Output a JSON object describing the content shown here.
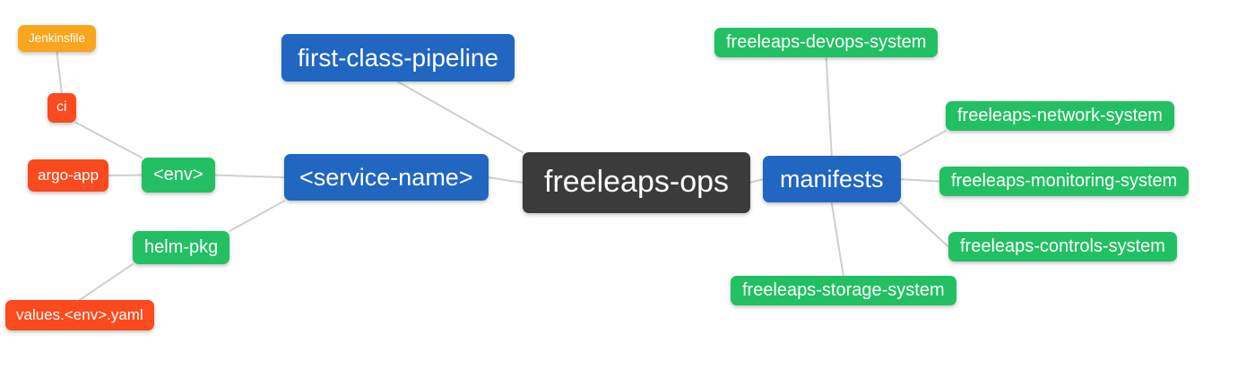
{
  "diagram": {
    "type": "mindmap",
    "root_label": "freeleaps-ops",
    "colors": {
      "root": "#3b3b3b",
      "branch_blue": "#2166c0",
      "leaf_green": "#22c063",
      "leaf_red": "#fa4a1e",
      "leaf_amber": "#f9a51d",
      "edge": "#cfcfcf",
      "text": "#ffffff",
      "background": "#ffffff"
    }
  },
  "nodes": {
    "freeleaps_ops": {
      "label": "freeleaps-ops",
      "color": "#3b3b3b"
    },
    "first_class_pipeline": {
      "label": "first-class-pipeline",
      "color": "#2166c0"
    },
    "service_name": {
      "label": "<service-name>",
      "color": "#2166c0"
    },
    "manifests": {
      "label": "manifests",
      "color": "#2166c0"
    },
    "env": {
      "label": "<env>",
      "color": "#22c063"
    },
    "helm_pkg": {
      "label": "helm-pkg",
      "color": "#22c063"
    },
    "ci": {
      "label": "ci",
      "color": "#fa4a1e"
    },
    "argo_app": {
      "label": "argo-app",
      "color": "#fa4a1e"
    },
    "values_env_yaml": {
      "label": "values.<env>.yaml",
      "color": "#fa4a1e"
    },
    "jenkinsfile": {
      "label": "Jenkinsfile",
      "color": "#f9a51d"
    },
    "devops_system": {
      "label": "freeleaps-devops-system",
      "color": "#22c063"
    },
    "network_system": {
      "label": "freeleaps-network-system",
      "color": "#22c063"
    },
    "monitoring_system": {
      "label": "freeleaps-monitoring-system",
      "color": "#22c063"
    },
    "controls_system": {
      "label": "freeleaps-controls-system",
      "color": "#22c063"
    },
    "storage_system": {
      "label": "freeleaps-storage-system",
      "color": "#22c063"
    }
  },
  "edges": [
    {
      "from": "jenkinsfile",
      "from_anchor": "bottom",
      "to": "ci",
      "to_anchor": "top"
    },
    {
      "from": "ci",
      "from_anchor": "bottom-right",
      "to": "env",
      "to_anchor": "top-left"
    },
    {
      "from": "argo_app",
      "from_anchor": "right",
      "to": "env",
      "to_anchor": "left"
    },
    {
      "from": "env",
      "from_anchor": "right",
      "to": "service_name",
      "to_anchor": "left"
    },
    {
      "from": "helm_pkg",
      "from_anchor": "top-right",
      "to": "service_name",
      "to_anchor": "bottom-left"
    },
    {
      "from": "helm_pkg",
      "from_anchor": "bottom-left",
      "to": "values_env_yaml",
      "to_anchor": "top"
    },
    {
      "from": "first_class_pipeline",
      "from_anchor": "bottom",
      "to": "freeleaps_ops",
      "to_anchor": "top-left"
    },
    {
      "from": "service_name",
      "from_anchor": "right",
      "to": "freeleaps_ops",
      "to_anchor": "left"
    },
    {
      "from": "freeleaps_ops",
      "from_anchor": "right",
      "to": "manifests",
      "to_anchor": "left"
    },
    {
      "from": "manifests",
      "from_anchor": "top",
      "to": "devops_system",
      "to_anchor": "bottom"
    },
    {
      "from": "manifests",
      "from_anchor": "top-right",
      "to": "network_system",
      "to_anchor": "bottom-left"
    },
    {
      "from": "manifests",
      "from_anchor": "right",
      "to": "monitoring_system",
      "to_anchor": "left"
    },
    {
      "from": "manifests",
      "from_anchor": "bottom-right",
      "to": "controls_system",
      "to_anchor": "left"
    },
    {
      "from": "manifests",
      "from_anchor": "bottom",
      "to": "storage_system",
      "to_anchor": "top"
    }
  ]
}
